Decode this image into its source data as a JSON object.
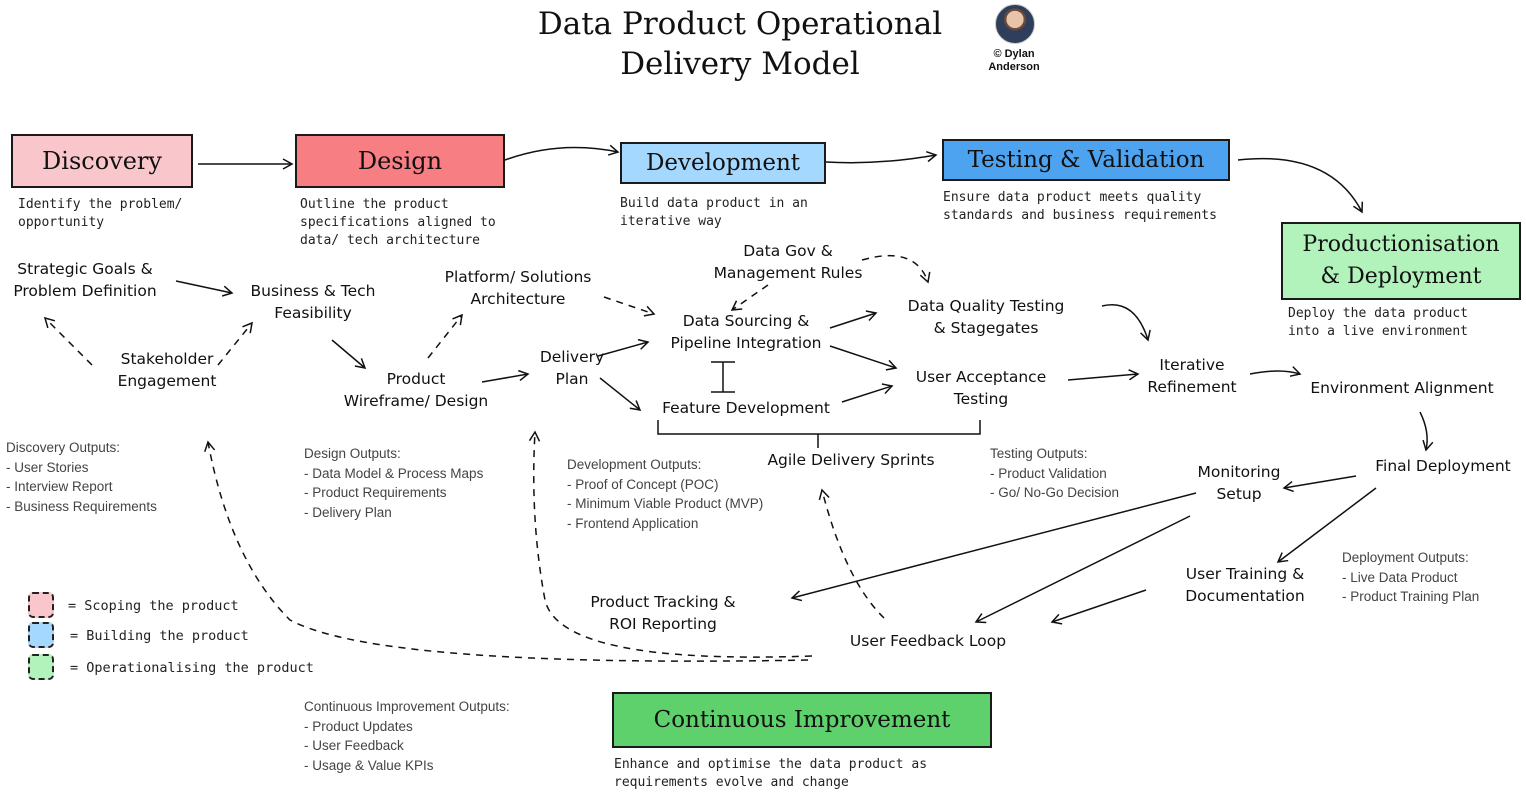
{
  "title": "Data Product Operational\nDelivery Model",
  "author": {
    "credit": "© Dylan\nAnderson"
  },
  "colors": {
    "pink": "#f9c6cb",
    "red": "#f77e83",
    "lightblue": "#a5d8ff",
    "blue": "#4da3f0",
    "lightgreen": "#b2f2bb",
    "green": "#5fd16c"
  },
  "phases": {
    "discovery": {
      "label": "Discovery",
      "desc": "Identify the problem/\nopportunity"
    },
    "design": {
      "label": "Design",
      "desc": "Outline the product\nspecifications aligned to\ndata/ tech architecture"
    },
    "development": {
      "label": "Development",
      "desc": "Build data product in an\niterative way"
    },
    "testing": {
      "label": "Testing & Validation",
      "desc": "Ensure data product meets quality\nstandards and business requirements"
    },
    "production": {
      "label": "Productionisation\n& Deployment",
      "desc": "Deploy the data product\ninto a live environment"
    },
    "improvement": {
      "label": "Continuous Improvement",
      "desc": "Enhance and optimise the data product as\nrequirements evolve and change"
    }
  },
  "nodes": {
    "strategic": "Strategic Goals &\nProblem Definition",
    "business": "Business & Tech\nFeasibility",
    "stakeholder": "Stakeholder\nEngagement",
    "platform": "Platform/ Solutions\nArchitecture",
    "wireframe": "Product\nWireframe/ Design",
    "delivery_plan": "Delivery\nPlan",
    "datagov": "Data Gov &\nManagement Rules",
    "sourcing": "Data Sourcing &\nPipeline Integration",
    "feature": "Feature Development",
    "dq": "Data Quality Testing\n& Stagegates",
    "uat": "User Acceptance\nTesting",
    "agile": "Agile Delivery Sprints",
    "iterative": "Iterative\nRefinement",
    "env": "Environment Alignment",
    "final": "Final Deployment",
    "monitoring": "Monitoring\nSetup",
    "training": "User Training &\nDocumentation",
    "tracking": "Product Tracking &\nROI Reporting",
    "feedback": "User Feedback Loop"
  },
  "outputs": {
    "discovery": {
      "heading": "Discovery Outputs:",
      "items": [
        "- User Stories",
        "- Interview Report",
        "- Business Requirements"
      ]
    },
    "design": {
      "heading": "Design Outputs:",
      "items": [
        "- Data Model & Process Maps",
        "- Product Requirements",
        "- Delivery Plan"
      ]
    },
    "development": {
      "heading": "Development Outputs:",
      "items": [
        "- Proof of Concept (POC)",
        "- Minimum Viable Product (MVP)",
        "- Frontend Application"
      ]
    },
    "testing": {
      "heading": "Testing Outputs:",
      "items": [
        "- Product Validation",
        "- Go/ No-Go Decision"
      ]
    },
    "deployment": {
      "heading": "Deployment Outputs:",
      "items": [
        "- Live Data Product",
        "- Product Training Plan"
      ]
    },
    "improvement": {
      "heading": "Continuous Improvement Outputs:",
      "items": [
        "- Product Updates",
        "- User Feedback",
        "- Usage & Value KPIs"
      ]
    }
  },
  "legend": [
    {
      "label": "= Scoping the product",
      "color": "#f9c6cb"
    },
    {
      "label": "= Building the product",
      "color": "#a5d8ff"
    },
    {
      "label": "= Operationalising the product",
      "color": "#b2f2bb"
    }
  ]
}
